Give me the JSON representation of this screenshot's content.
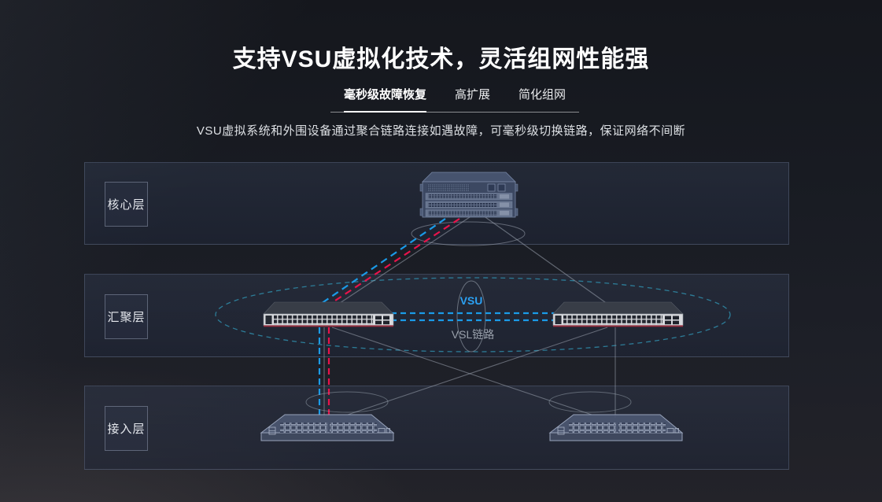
{
  "section": {
    "title": "支持VSU虚拟化技术，灵活组网性能强",
    "tabs": [
      {
        "label": "毫秒级故障恢复",
        "active": true
      },
      {
        "label": "高扩展",
        "active": false
      },
      {
        "label": "简化组网",
        "active": false
      }
    ],
    "description": "VSU虚拟系统和外围设备通过聚合链路连接如遇故障，可毫秒级切换链路，保证网络不间断"
  },
  "diagram": {
    "layers": [
      {
        "label": "核心层"
      },
      {
        "label": "汇聚层"
      },
      {
        "label": "接入层"
      }
    ],
    "vsu_label": "VSU",
    "vsl_label": "VSL链路",
    "devices": {
      "core": "core-chassis-switch",
      "aggregation": [
        "aggregation-switch-left",
        "aggregation-switch-right"
      ],
      "access": [
        "access-switch-left",
        "access-switch-right"
      ]
    },
    "colors": {
      "link_blue": "#1a9be8",
      "link_red": "#e8134b",
      "link_gray": "#9aa3af",
      "vsu_ring_teal": "#2f86a3",
      "vsu_text_blue": "#2ba0f2",
      "vsl_text_gray": "#9aa1ac"
    }
  }
}
